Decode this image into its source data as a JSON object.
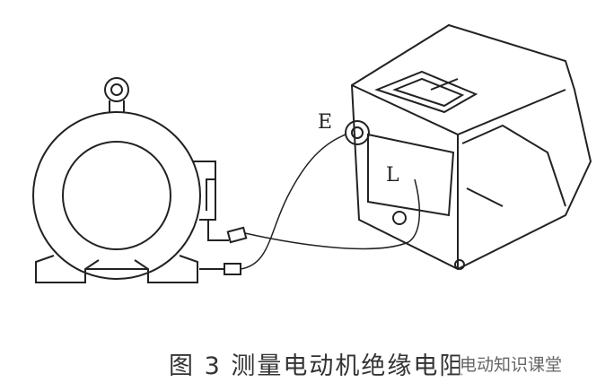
{
  "figure": {
    "caption": "图 3  测量电动机绝缘电阻",
    "labels": {
      "earth": "E",
      "line": "L"
    },
    "watermark": "电动知识课堂",
    "stroke_color": "#222222"
  }
}
